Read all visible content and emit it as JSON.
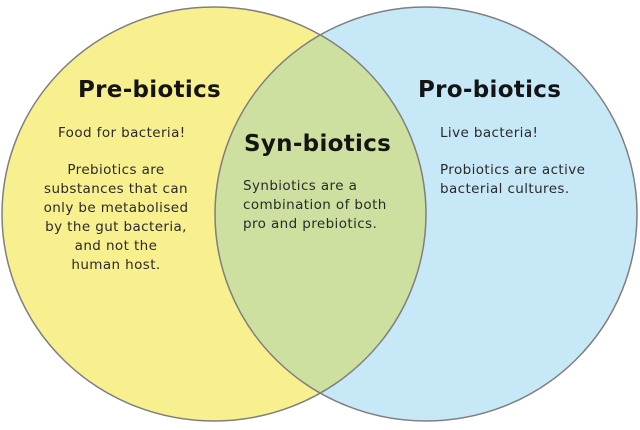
{
  "diagram": {
    "type": "venn",
    "colors": {
      "left_fill": "#f8ef8e",
      "right_fill": "#c7e8f7",
      "overlap_fill": "#cee0a0",
      "outline": "#7f7f7f",
      "text": "#222222"
    },
    "left": {
      "title": "Pre-biotics",
      "tagline": "Food for bacteria!",
      "description_lines": [
        "Prebiotics are",
        "substances that can",
        "only be metabolised",
        "by the gut bacteria,",
        "and not the",
        "human host."
      ]
    },
    "right": {
      "title": "Pro-biotics",
      "tagline": "Live bacteria!",
      "description_lines": [
        "Probiotics are active",
        "bacterial cultures."
      ]
    },
    "overlap": {
      "title": "Syn-biotics",
      "description_lines": [
        "Synbiotics are a",
        "combination of both",
        "pro and prebiotics."
      ]
    }
  }
}
